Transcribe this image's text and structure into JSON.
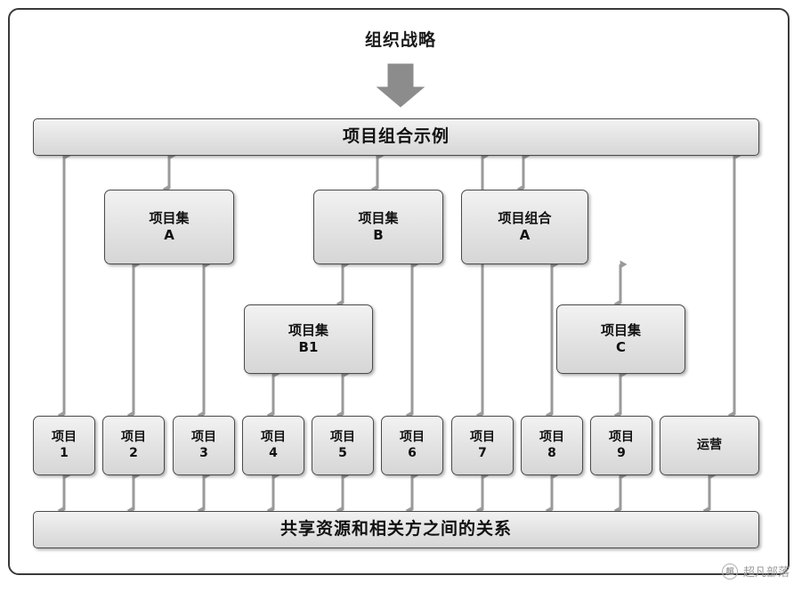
{
  "diagram": {
    "type": "hierarchy-flow",
    "title": "组织战略",
    "frame": {
      "border_color": "#3a3a3a"
    },
    "strategy_arrow": {
      "name": "strategy-down-arrow",
      "color": "#8c8c8c"
    },
    "bars": [
      {
        "id": "portfolio-bar",
        "label": "项目组合示例"
      },
      {
        "id": "shared-resources-bar",
        "label": "共享资源和相关方之间的关系"
      }
    ],
    "programs": [
      {
        "id": "program-a",
        "label": "项目集\nA"
      },
      {
        "id": "program-b",
        "label": "项目集\nB"
      },
      {
        "id": "portfolio-a",
        "label": "项目组合\nA"
      },
      {
        "id": "program-b1",
        "label": "项目集\nB1"
      },
      {
        "id": "program-c",
        "label": "项目集\nC"
      }
    ],
    "projects": [
      {
        "id": "project-1",
        "label": "项目\n1"
      },
      {
        "id": "project-2",
        "label": "项目\n2"
      },
      {
        "id": "project-3",
        "label": "项目\n3"
      },
      {
        "id": "project-4",
        "label": "项目\n4"
      },
      {
        "id": "project-5",
        "label": "项目\n5"
      },
      {
        "id": "project-6",
        "label": "项目\n6"
      },
      {
        "id": "project-7",
        "label": "项目\n7"
      },
      {
        "id": "project-8",
        "label": "项目\n8"
      },
      {
        "id": "project-9",
        "label": "项目\n9"
      },
      {
        "id": "operations",
        "label": "运营"
      }
    ],
    "colors": {
      "box_fill_top": "#f2f2f2",
      "box_fill_bottom": "#d6d6d6",
      "box_border": "#4a4a4a",
      "arrow": "#9a9a9a",
      "text": "#111111"
    }
  },
  "watermark": {
    "text": "超凡部落",
    "logo_glyph": "超"
  }
}
